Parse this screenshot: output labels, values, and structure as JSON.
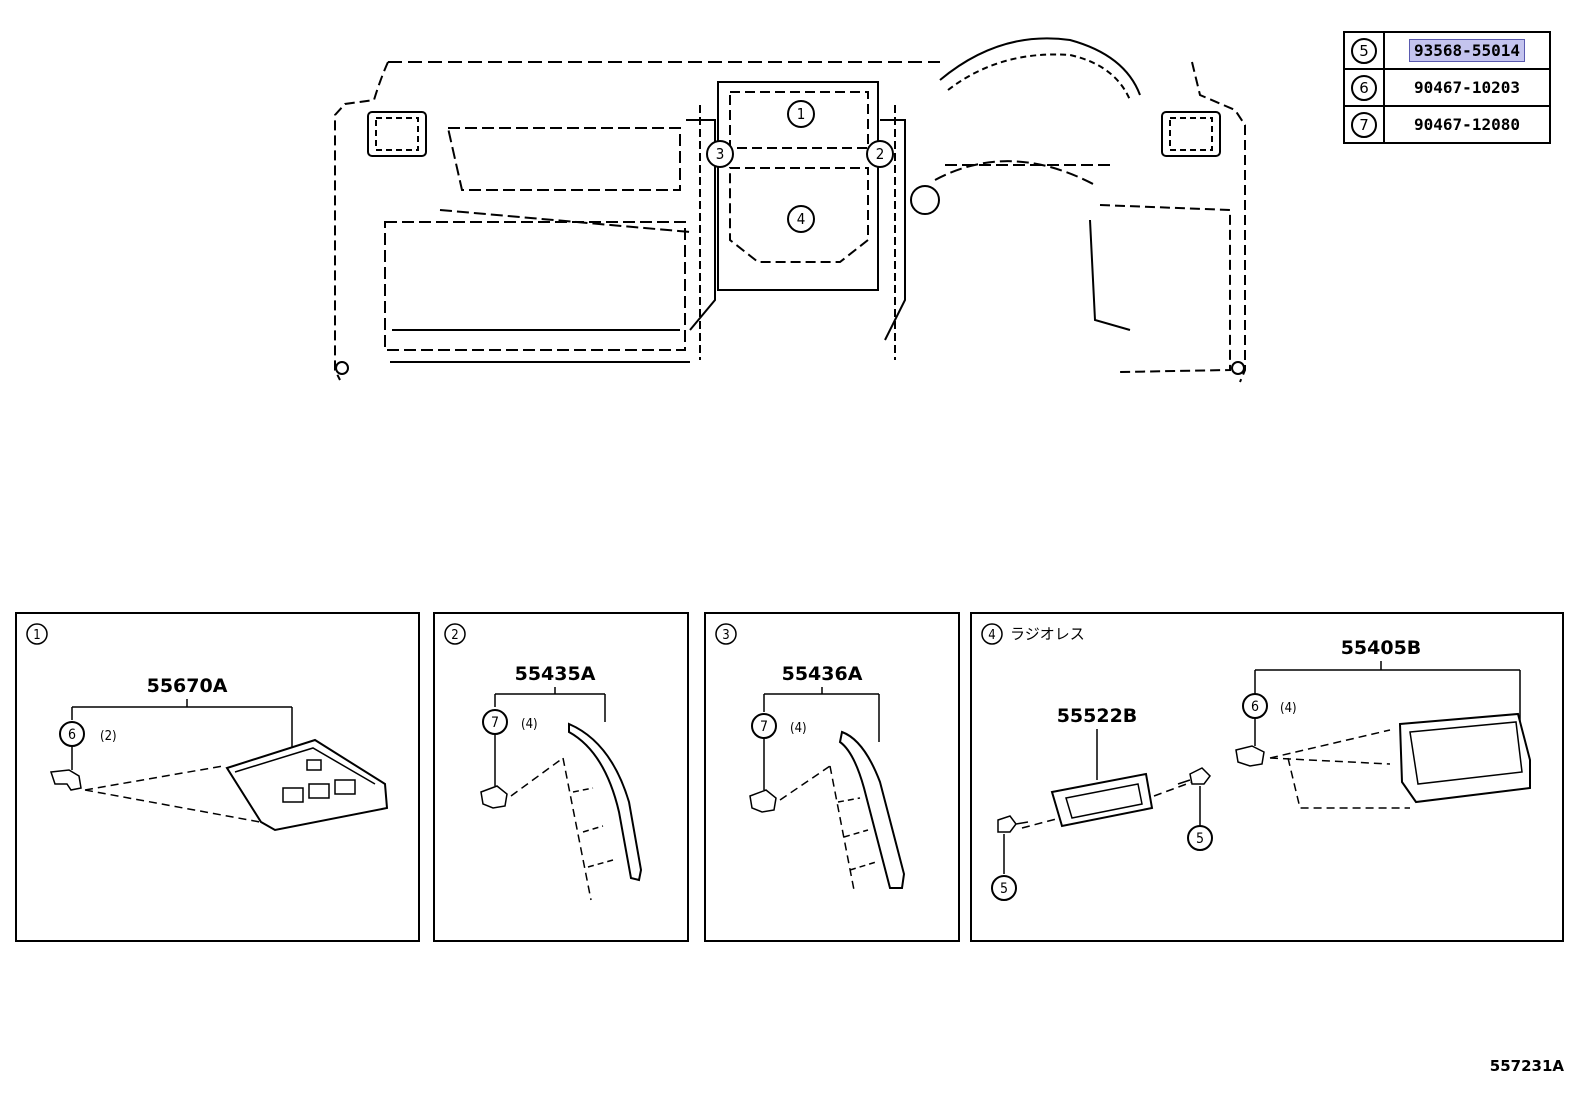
{
  "parts_table": [
    {
      "ref": "5",
      "part_number": "93568-55014",
      "highlighted": true
    },
    {
      "ref": "6",
      "part_number": "90467-10203",
      "highlighted": false
    },
    {
      "ref": "7",
      "part_number": "90467-12080",
      "highlighted": false
    }
  ],
  "overview": {
    "callouts": [
      "1",
      "2",
      "3",
      "4"
    ]
  },
  "panels": [
    {
      "ref": "1",
      "assembly": "55670A",
      "fastener_ref": "6",
      "fastener_qty": "(2)"
    },
    {
      "ref": "2",
      "assembly": "55435A",
      "fastener_ref": "7",
      "fastener_qty": "(4)"
    },
    {
      "ref": "3",
      "assembly": "55436A",
      "fastener_ref": "7",
      "fastener_qty": "(4)"
    },
    {
      "ref": "4",
      "note": "ラジオレス",
      "assembly_main": "55405B",
      "fastener_ref": "6",
      "fastener_qty": "(4)",
      "assembly_sub": "55522B",
      "screw_ref_right": "5",
      "screw_ref_left": "5"
    }
  ],
  "diagram_code": "557231A",
  "colors": {
    "highlight": "#c4c4ee",
    "line": "#000000"
  }
}
